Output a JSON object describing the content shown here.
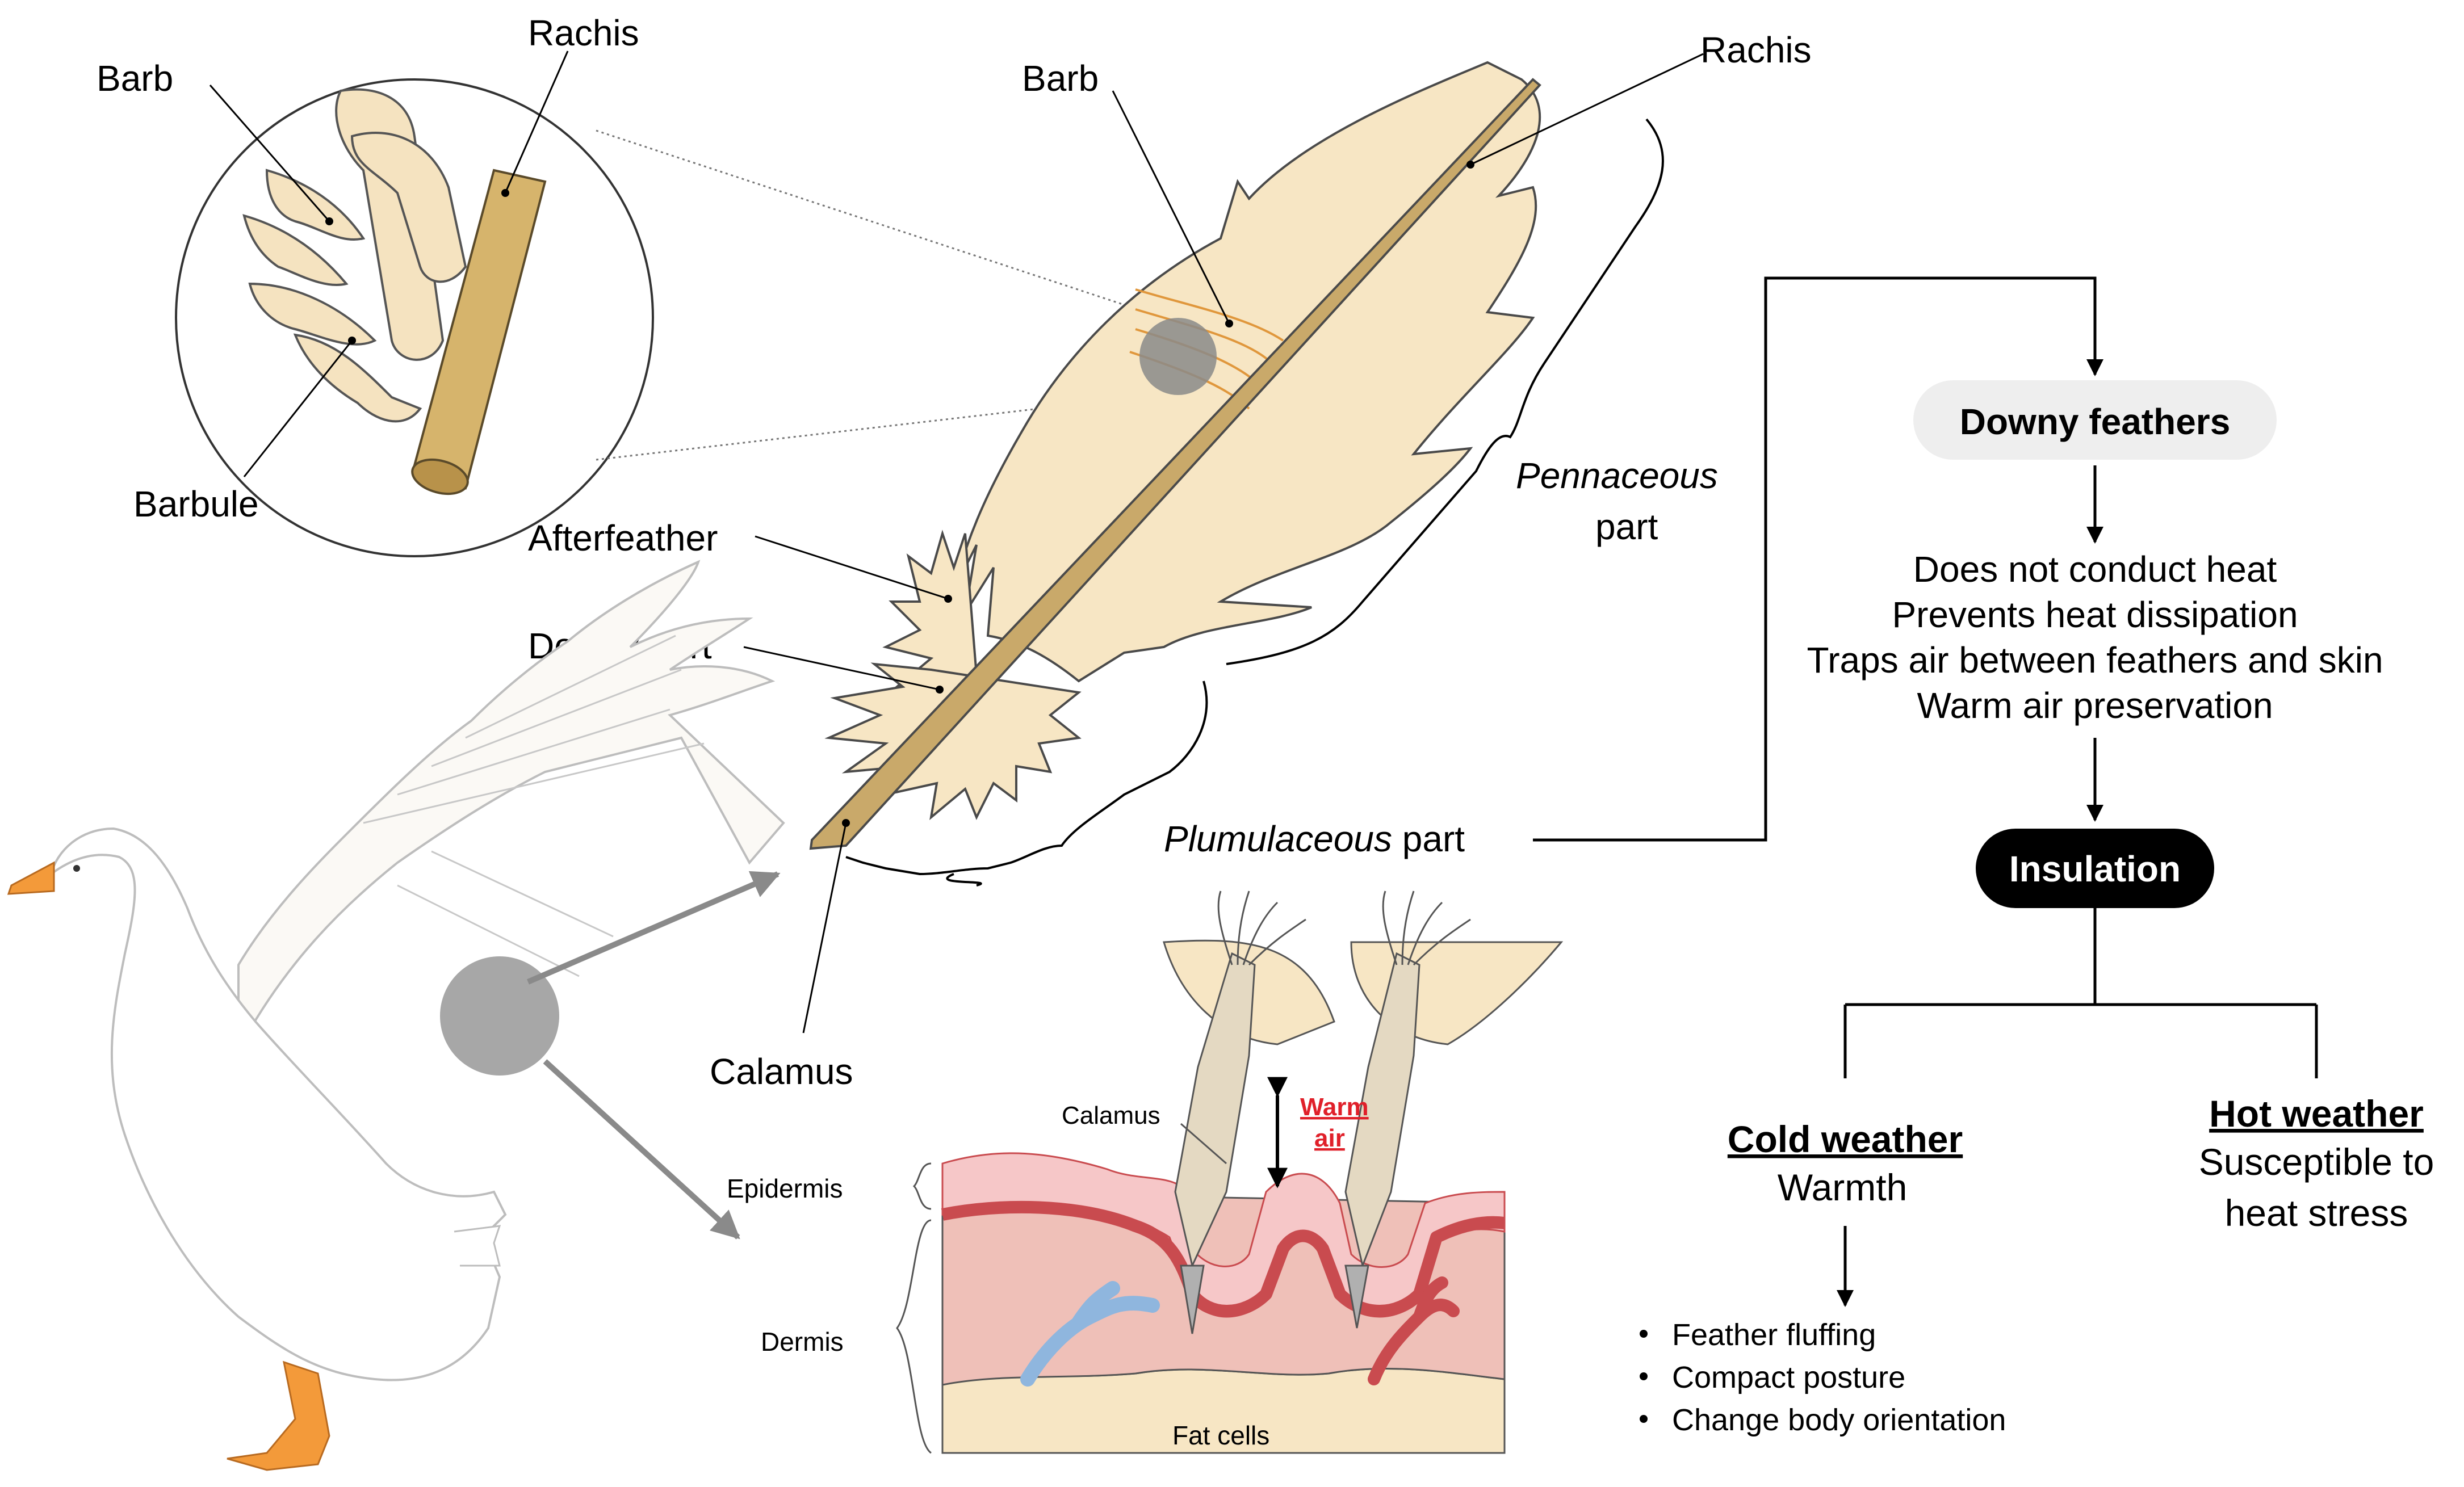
{
  "colors": {
    "feather_fill": "#f7e6c4",
    "feather_stroke": "#4a4a4a",
    "rachis": "#c9a96a",
    "barb_line": "#e0973c",
    "skin_pink": "#f6c7c8",
    "dermis": "#efc0b8",
    "vessel_red": "#c94b4f",
    "vessel_blue": "#8fb6de",
    "fat_cells": "#f7e6c4",
    "beak_feet": "#f39a3a",
    "accent_warm": "#e0202a",
    "downy_box": "#eeeeee",
    "insulation_box": "#000000"
  },
  "inset": {
    "barb": "Barb",
    "rachis": "Rachis",
    "barbule": "Barbule"
  },
  "feather": {
    "barb": "Barb",
    "rachis": "Rachis",
    "afterfeather": "Afterfeather",
    "downy_part": "Downy part",
    "calamus": "Calamus",
    "pennaceous_italic": "Pennaceous",
    "pennaceous_rest": "part",
    "plumulaceous_italic": "Plumulaceous",
    "plumulaceous_rest": " part"
  },
  "skin": {
    "calamus": "Calamus",
    "warm_line1": "Warm",
    "warm_line2": "air",
    "epidermis": "Epidermis",
    "dermis": "Dermis",
    "fat_cells": "Fat cells"
  },
  "flow": {
    "downy_feathers": "Downy feathers",
    "properties": [
      "Does not conduct heat",
      "Prevents heat dissipation",
      "Traps air between feathers and skin",
      "Warm air preservation"
    ],
    "insulation": "Insulation",
    "cold_title": "Cold weather",
    "cold_sub": "Warmth",
    "hot_title": "Hot weather",
    "hot_line1": "Susceptible to",
    "hot_line2": "heat stress",
    "behaviors": [
      "Feather fluffing",
      "Compact posture",
      "Change body orientation"
    ]
  }
}
